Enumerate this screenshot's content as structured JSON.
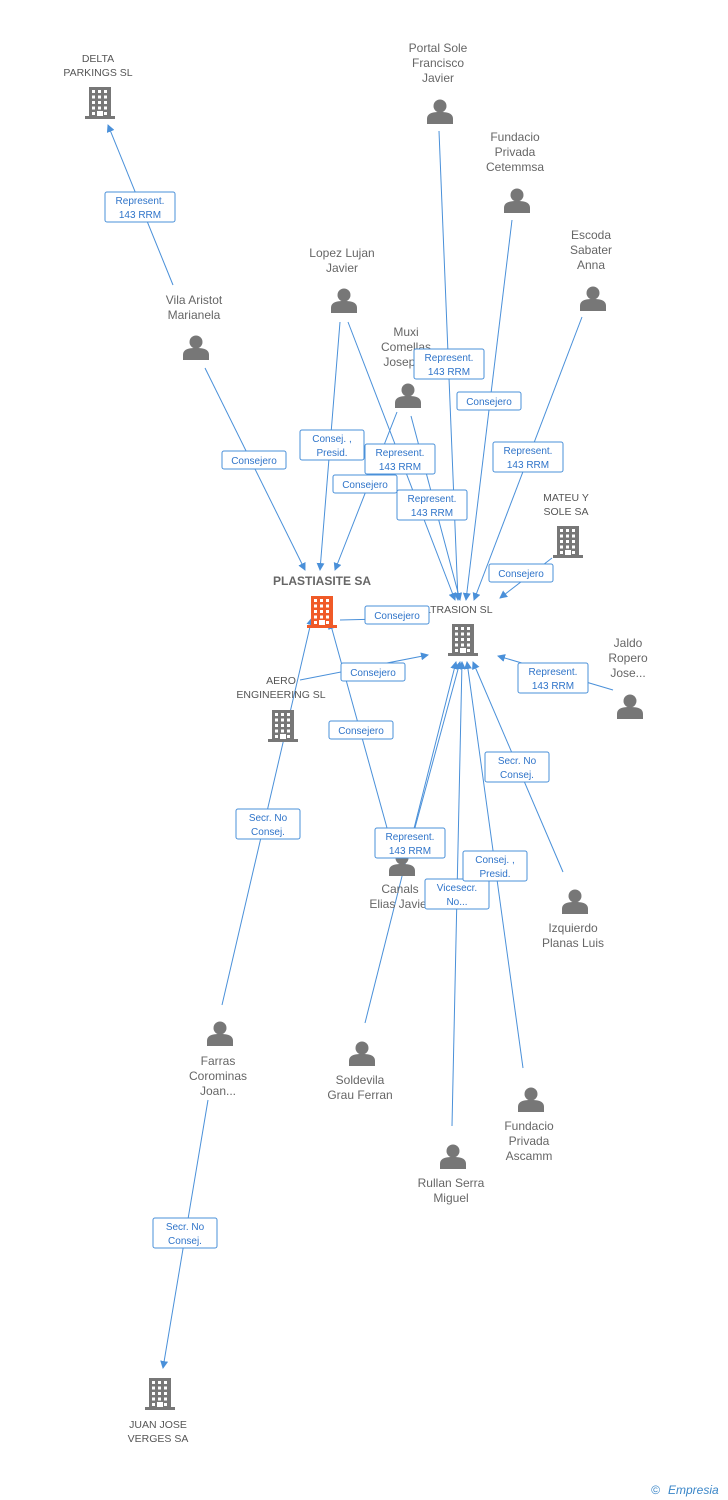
{
  "colors": {
    "edge": "#4a90d9",
    "label_border": "#4a90d9",
    "label_text": "#2f74c9",
    "node_person": "#777777",
    "node_company": "#777777",
    "node_main": "#f05a28",
    "text": "#666666"
  },
  "nodes": {
    "plastiasite": {
      "type": "main-company",
      "icon": "building-icon",
      "lines": [
        "PLASTIASITE SA"
      ]
    },
    "ultrasion": {
      "type": "company",
      "icon": "building-icon",
      "lines": [
        "ULTRASION SL"
      ]
    },
    "delta": {
      "type": "company",
      "icon": "building-icon",
      "lines": [
        "DELTA",
        "PARKINGS SL"
      ]
    },
    "mateu": {
      "type": "company",
      "icon": "building-icon",
      "lines": [
        "MATEU Y",
        "SOLE SA"
      ]
    },
    "aero": {
      "type": "company",
      "icon": "building-icon",
      "lines": [
        "AERO",
        "ENGINEERING SL"
      ]
    },
    "juanjose": {
      "type": "company",
      "icon": "building-icon",
      "lines": [
        "JUAN JOSE",
        "VERGES SA"
      ]
    },
    "portal": {
      "type": "person",
      "icon": "person-icon",
      "lines": [
        "Portal Sole",
        "Francisco",
        "Javier"
      ]
    },
    "fcetemmsa": {
      "type": "person",
      "icon": "person-icon",
      "lines": [
        "Fundacio",
        "Privada",
        "Cetemmsa"
      ]
    },
    "escoda": {
      "type": "person",
      "icon": "person-icon",
      "lines": [
        "Escoda",
        "Sabater",
        "Anna"
      ]
    },
    "lopez": {
      "type": "person",
      "icon": "person-icon",
      "lines": [
        "Lopez Lujan",
        "Javier"
      ]
    },
    "vila": {
      "type": "person",
      "icon": "person-icon",
      "lines": [
        "Vila Aristot",
        "Marianela"
      ]
    },
    "muxi": {
      "type": "person",
      "icon": "person-icon",
      "lines": [
        "Muxi",
        "Comellas",
        "Josep M"
      ]
    },
    "jaldo": {
      "type": "person",
      "icon": "person-icon",
      "lines": [
        "Jaldo",
        "Ropero",
        "Jose..."
      ]
    },
    "izquierdo": {
      "type": "person",
      "icon": "person-icon",
      "lines": [
        "Izquierdo",
        "Planas Luis"
      ]
    },
    "canals": {
      "type": "person",
      "icon": "person-icon",
      "lines": [
        "Canals",
        "Elias Javier"
      ]
    },
    "farras": {
      "type": "person",
      "icon": "person-icon",
      "lines": [
        "Farras",
        "Corominas",
        "Joan..."
      ]
    },
    "soldevila": {
      "type": "person",
      "icon": "person-icon",
      "lines": [
        "Soldevila",
        "Grau Ferran"
      ]
    },
    "fascamm": {
      "type": "person",
      "icon": "person-icon",
      "lines": [
        "Fundacio",
        "Privada",
        "Ascamm"
      ]
    },
    "rullan": {
      "type": "person",
      "icon": "person-icon",
      "lines": [
        "Rullan Serra",
        "Miguel"
      ]
    }
  },
  "edges": [
    {
      "from": "vila",
      "to": "delta",
      "label": [
        "Represent.",
        "143 RRM"
      ]
    },
    {
      "from": "vila",
      "to": "plastiasite",
      "label": [
        "Consejero"
      ]
    },
    {
      "from": "lopez",
      "to": "plastiasite",
      "label": [
        "Consej. ,",
        "Presid."
      ]
    },
    {
      "from": "lopez",
      "to": "ultrasion",
      "label": [
        "Represent.",
        "143 RRM"
      ]
    },
    {
      "from": "muxi",
      "to": "plastiasite",
      "label": [
        "Consejero"
      ]
    },
    {
      "from": "muxi",
      "to": "ultrasion",
      "label": [
        "Represent.",
        "143 RRM"
      ]
    },
    {
      "from": "portal",
      "to": "ultrasion",
      "label": [
        "Represent.",
        "143 RRM"
      ]
    },
    {
      "from": "fcetemmsa",
      "to": "ultrasion",
      "label": [
        "Consejero"
      ]
    },
    {
      "from": "escoda",
      "to": "ultrasion",
      "label": [
        "Represent.",
        "143 RRM"
      ]
    },
    {
      "from": "mateu",
      "to": "ultrasion",
      "label": [
        "Consejero"
      ]
    },
    {
      "from": "plastiasite",
      "to": "ultrasion",
      "label": [
        "Consejero"
      ]
    },
    {
      "from": "aero",
      "to": "ultrasion",
      "label": [
        "Consejero"
      ]
    },
    {
      "from": "jaldo",
      "to": "ultrasion",
      "label": [
        "Represent.",
        "143 RRM"
      ]
    },
    {
      "from": "izquierdo",
      "to": "ultrasion",
      "label": [
        "Secr.  No",
        "Consej."
      ]
    },
    {
      "from": "canals",
      "to": "plastiasite",
      "label": [
        "Consejero"
      ]
    },
    {
      "from": "canals",
      "to": "ultrasion",
      "label": [
        "Represent.",
        "143 RRM"
      ]
    },
    {
      "from": "farras",
      "to": "plastiasite",
      "label": [
        "Secr.  No",
        "Consej."
      ]
    },
    {
      "from": "farras",
      "to": "juanjose",
      "label": [
        "Secr.  No",
        "Consej."
      ]
    },
    {
      "from": "soldevila",
      "to": "ultrasion",
      "label": []
    },
    {
      "from": "rullan",
      "to": "ultrasion",
      "label": [
        "Vicesecr.",
        "No..."
      ]
    },
    {
      "from": "fascamm",
      "to": "ultrasion",
      "label": [
        "Consej. ,",
        "Presid."
      ]
    }
  ],
  "watermark": {
    "copyright": "©",
    "brand": "Empresia"
  }
}
